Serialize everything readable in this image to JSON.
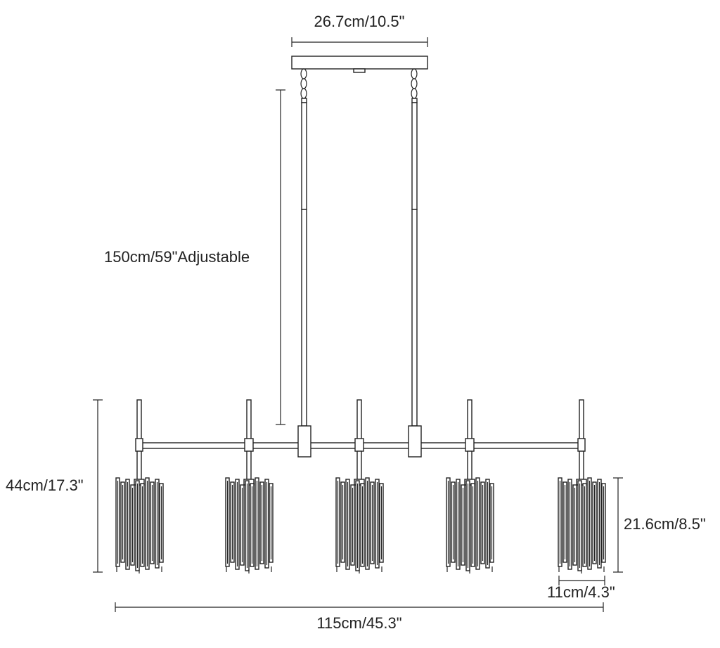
{
  "dimensions": {
    "canopy_width": "26.7cm/10.5\"",
    "drop_length": "150cm/59\"Adjustable",
    "overall_height": "44cm/17.3\"",
    "shade_height": "21.6cm/8.5\"",
    "shade_width": "11cm/4.3\"",
    "overall_width": "115cm/45.3\""
  },
  "fixture": {
    "shade_count": 5,
    "color": "#222222"
  }
}
